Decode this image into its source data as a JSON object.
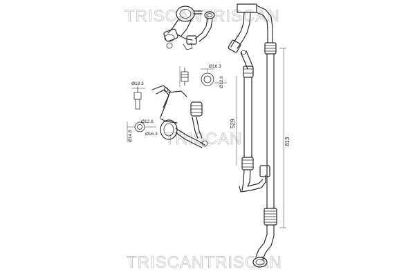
{
  "watermarks": {
    "top": "TRISCANTRISCAN",
    "middle": "TRISCAN",
    "bottom": "TRISCANTRISCAN"
  },
  "dimensions": {
    "long_hose": "813",
    "mid_hose": "529",
    "sensor_dia_1": "Ø16.3",
    "sensor_dia_2": "Ø12.6",
    "bracket_dia_1": "Ø18.3",
    "bracket_dia_2": "Ø14.8",
    "bracket_dia_3": "Ø16.3",
    "bracket_dia_4": "Ø12.6"
  }
}
